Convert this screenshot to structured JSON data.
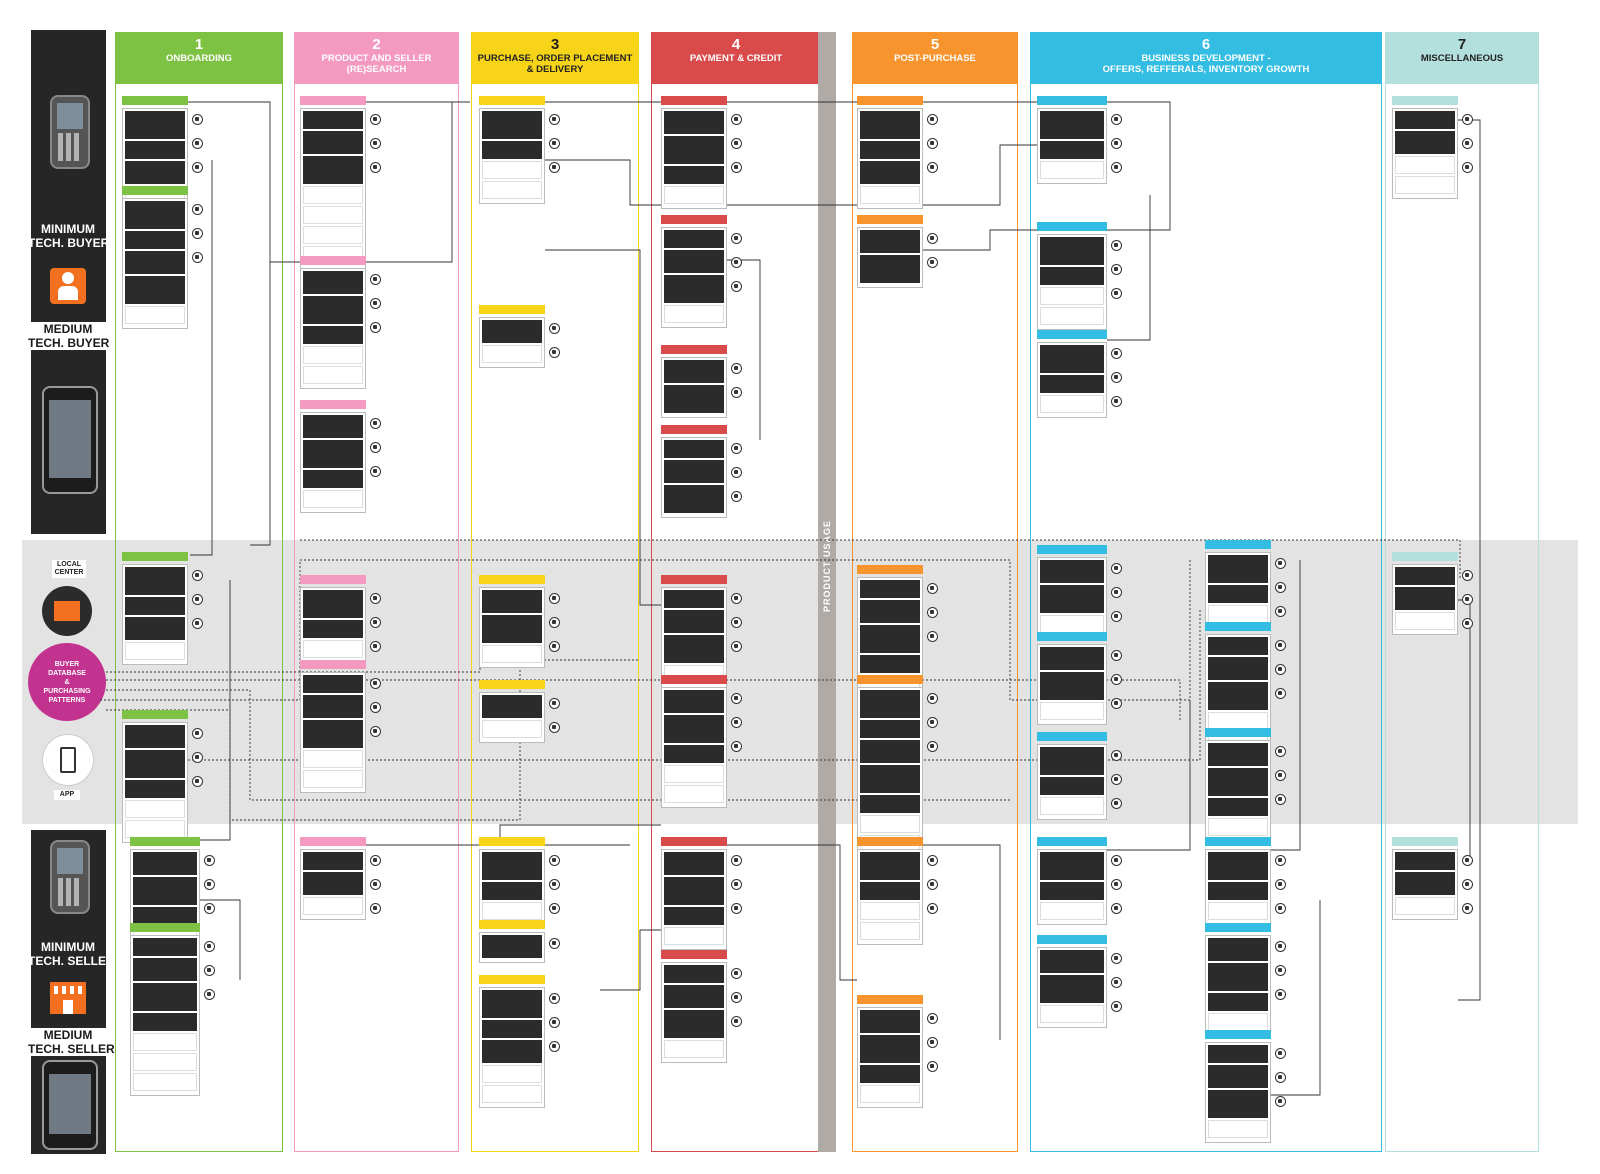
{
  "personas": {
    "min_buyer": "MINIMUM\nTECH. BUYER",
    "med_buyer": "MEDIUM\nTECH. BUYER",
    "local_center": "LOCAL\nCENTER",
    "buyer_db": "BUYER\nDATABASE\n&\nPURCHASING\nPATTERNS",
    "app": "APP",
    "min_seller": "MINIMUM\nTECH. SELLER",
    "med_seller": "MEDIUM\nTECH. SELLER"
  },
  "divider_label": "PRODUCT USAGE",
  "columns": [
    {
      "num": "1",
      "title": "ONBOARDING",
      "color": "#7dc242"
    },
    {
      "num": "2",
      "title": "PRODUCT AND SELLER\n(RE)SEARCH",
      "color": "#f49ac1"
    },
    {
      "num": "3",
      "title": "PURCHASE, ORDER PLACEMENT\n& DELIVERY",
      "color": "#f7d417"
    },
    {
      "num": "4",
      "title": "PAYMENT & CREDIT",
      "color": "#d94a4a"
    },
    {
      "num": "5",
      "title": "POST-PURCHASE",
      "color": "#f7942e"
    },
    {
      "num": "6",
      "title": "BUSINESS DEVELOPMENT -\nOFFERS, REFFERALS, INVENTORY GROWTH",
      "color": "#33bde3"
    },
    {
      "num": "7",
      "title": "MISCELLANEOUS",
      "color": "#b3e0dc"
    }
  ],
  "colors": {
    "persona_dark": "#262626",
    "band": "#e3e3e3",
    "accent_orange": "#f37021",
    "db_magenta": "#c2338f",
    "divider": "#b0aaa6"
  },
  "icons": [
    "feature-phone-icon",
    "smartphone-icon",
    "buyer-person-icon",
    "local-center-icon",
    "database-icon",
    "app-icon",
    "seller-store-icon",
    "call-icon",
    "app-channel-icon",
    "visit-icon",
    "sms-icon"
  ]
}
